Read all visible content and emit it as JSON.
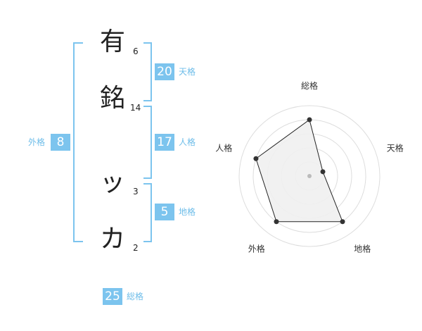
{
  "name": {
    "chars": [
      {
        "char": "有",
        "strokes": "6"
      },
      {
        "char": "銘",
        "strokes": "14"
      },
      {
        "char": "ッ",
        "strokes": "3"
      },
      {
        "char": "カ",
        "strokes": "2"
      }
    ]
  },
  "fortune": {
    "tenkaku": {
      "label": "天格",
      "value": "20"
    },
    "jinkaku": {
      "label": "人格",
      "value": "17"
    },
    "chikaku": {
      "label": "地格",
      "value": "5"
    },
    "gaikaku": {
      "label": "外格",
      "value": "8"
    },
    "soukaku": {
      "label": "総格",
      "value": "25"
    }
  },
  "colors": {
    "accent": "#7cc4ee",
    "label": "#6ebde9"
  },
  "chart_data": {
    "type": "radar",
    "axes": [
      "総格",
      "天格",
      "地格",
      "外格",
      "人格"
    ],
    "rmax": 5,
    "rings": 5,
    "values": [
      4,
      1,
      4,
      4,
      4
    ]
  }
}
